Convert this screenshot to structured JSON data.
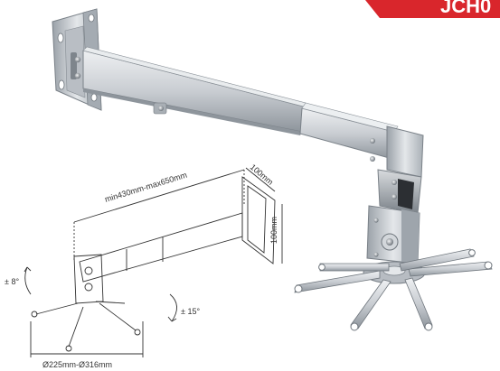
{
  "badge": {
    "text": "JCH0",
    "color": "#d9262c"
  },
  "dimensions": {
    "arm_length": "min430mm-max650mm",
    "plate_width": "100mm",
    "plate_height": "100mm",
    "tilt_angle": "± 8°",
    "swivel_angle": "± 15°",
    "diameter_range": "Ø225mm-Ø316mm"
  },
  "colors": {
    "metal": "#c9cdd2",
    "metal_dark": "#8e959c",
    "line": "#333333"
  }
}
